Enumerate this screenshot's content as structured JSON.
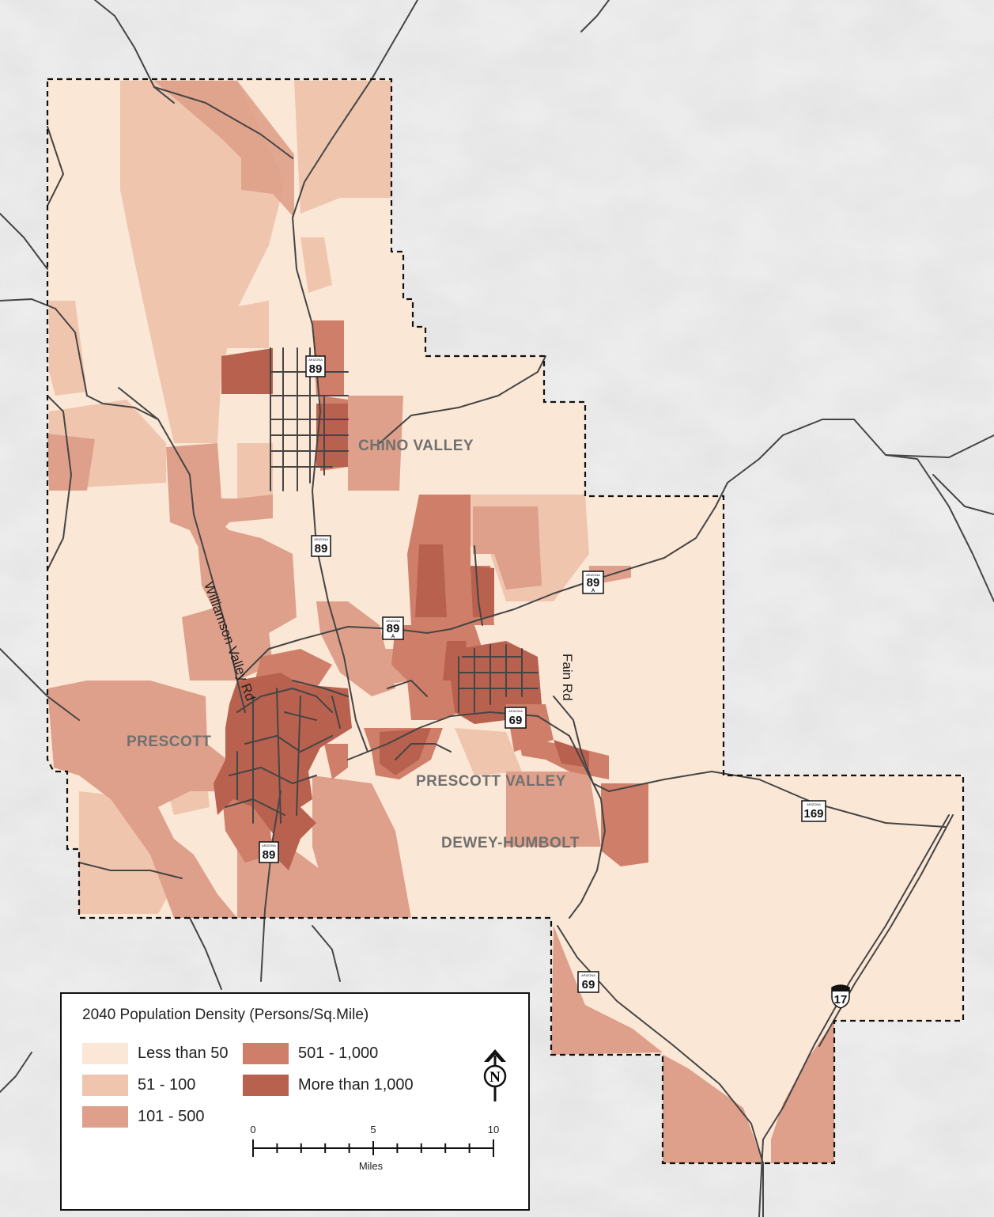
{
  "places": {
    "chino_valley": "CHINO VALLEY",
    "prescott": "PRESCOTT",
    "prescott_valley": "PRESCOTT VALLEY",
    "dewey_humbolt": "DEWEY-HUMBOLT"
  },
  "road_labels": {
    "williamson": "Williamson Valley Rd",
    "fain": "Fain Rd"
  },
  "shields": {
    "us89_north": "89",
    "us89_mid": "89",
    "us89_south": "89",
    "sr89a_west": "89",
    "sr89a_east": "89",
    "sr69_north": "69",
    "sr69_south": "69",
    "sr169": "169",
    "i17": "17",
    "alt_letter": "A",
    "state_word": "ARIZONA"
  },
  "legend": {
    "title": "2040 Population Density (Persons/Sq.Mile)",
    "classes": [
      {
        "label": "Less than 50",
        "color": "#fbe7d6"
      },
      {
        "label": "51 - 100",
        "color": "#efc5ae"
      },
      {
        "label": "101 - 500",
        "color": "#dea08a"
      },
      {
        "label": "501 - 1,000",
        "color": "#cf7f69"
      },
      {
        "label": "More than 1,000",
        "color": "#b9614f"
      }
    ]
  },
  "scale": {
    "ticks": [
      "0",
      "5",
      "10"
    ],
    "unit": "Miles"
  },
  "north": "N",
  "colors": {
    "background": "#ececec",
    "road": "#444444",
    "boundary": "#111111"
  }
}
